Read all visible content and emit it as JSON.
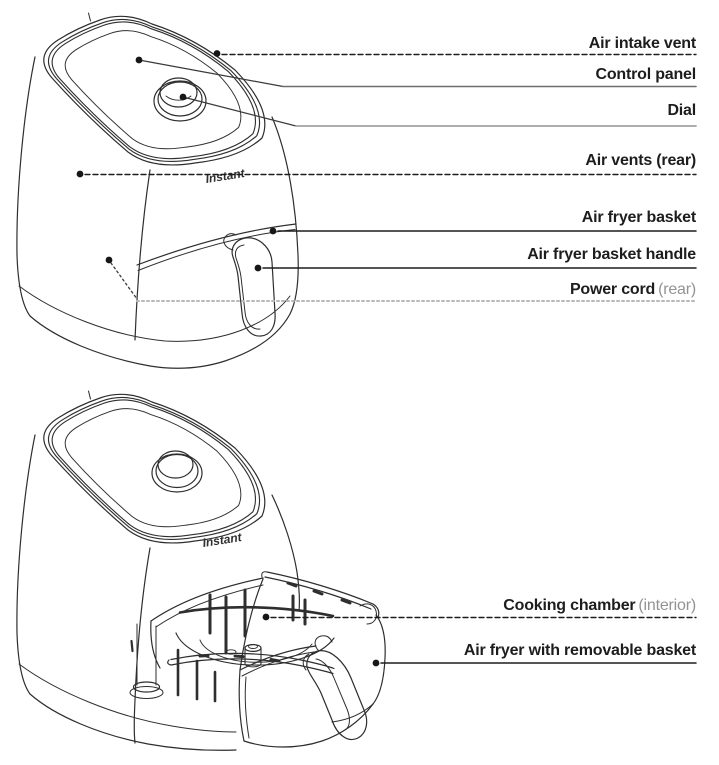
{
  "colors": {
    "label_text": "#1d1d1d",
    "note_text": "#919396",
    "line_art": "#2e2e2e",
    "leader_dark": "#1d1d1d",
    "leader_gray": "#a3a3a3",
    "leader_dotted_gray": "#b8b8b8",
    "background": "#ffffff"
  },
  "brand": {
    "logo": "Instant"
  },
  "assembled_view": {
    "callouts": [
      {
        "label": "Air intake vent",
        "note": ""
      },
      {
        "label": "Control panel",
        "note": ""
      },
      {
        "label": "Dial",
        "note": ""
      },
      {
        "label": "Air vents (rear)",
        "note": ""
      },
      {
        "label": "Air fryer basket",
        "note": ""
      },
      {
        "label": "Air fryer basket handle",
        "note": ""
      },
      {
        "label": "Power cord",
        "note": "(rear)"
      }
    ]
  },
  "removed_view": {
    "callouts": [
      {
        "label": "Cooking chamber",
        "note": "(interior)"
      },
      {
        "label": "Air fryer with removable basket",
        "note": ""
      }
    ]
  }
}
